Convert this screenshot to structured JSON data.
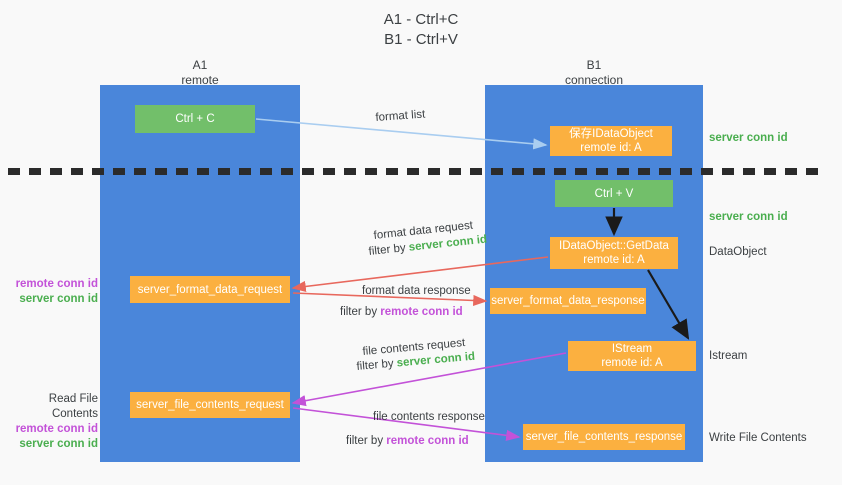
{
  "title": "A1 - Ctrl+C\nB1 - Ctrl+V",
  "columns": {
    "left": {
      "header": "A1\nremote"
    },
    "right": {
      "header": "B1\nconnection"
    }
  },
  "nodes": {
    "ctrl_c": "Ctrl + C",
    "idataobject": "保存IDataObject\nremote id: A",
    "ctrl_v": "Ctrl + V",
    "getdata": "IDataObject::GetData\nremote id: A",
    "format_data_request": "server_format_data_request",
    "format_data_response": "server_format_data_response",
    "istream": "IStream\nremote id: A",
    "file_contents_request": "server_file_contents_request",
    "file_contents_response": "server_file_contents_response"
  },
  "right_labels": {
    "server_conn_id_1": "server conn id",
    "server_conn_id_2": "server conn id",
    "dataobject": "DataObject",
    "istream": "Istream",
    "write_file_contents": "Write File Contents"
  },
  "left_labels": {
    "remote_conn_id_1": "remote conn id",
    "server_conn_id_1": "server conn id",
    "read_file_contents": "Read File Contents",
    "remote_conn_id_2": "remote conn id",
    "server_conn_id_2": "server conn id"
  },
  "edge_labels": {
    "format_list": "format list",
    "format_data_request": "format data request",
    "filter_by": "filter by ",
    "server_conn_id": "server conn id",
    "remote_conn_id": "remote conn id",
    "format_data_response": "format data response",
    "file_contents_request": "file contents request",
    "file_contents_response": "file contents response"
  },
  "colors": {
    "column_blue": "#4a86da",
    "node_green": "#72bf6a",
    "node_orange": "#fbb040",
    "arrow_lightblue": "#a9cdf0",
    "arrow_red": "#e8685d",
    "arrow_magenta": "#c352d8",
    "arrow_black": "#1a1a1a",
    "text_green": "#4aae4f",
    "text_purple": "#c352d8",
    "background": "#f9f9f9"
  }
}
